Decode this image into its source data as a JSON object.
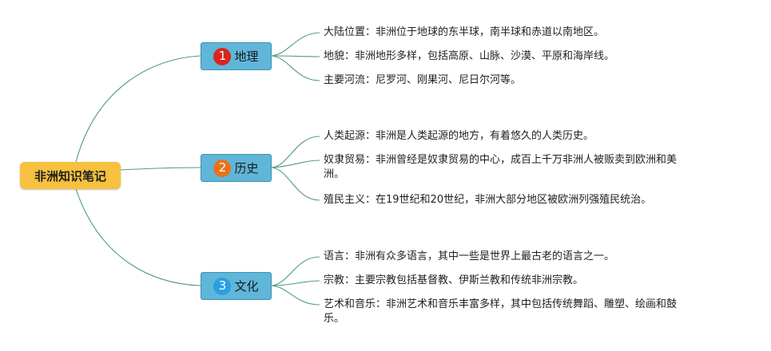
{
  "root": {
    "label": "非洲知识笔记",
    "color": "#f6c13f"
  },
  "branches": [
    {
      "number": "1",
      "label": "地理",
      "badge_color": "#d9261c",
      "leaves": [
        "大陆位置：非洲位于地球的东半球，南半球和赤道以南地区。",
        "地貌：非洲地形多样，包括高原、山脉、沙漠、平原和海岸线。",
        "主要河流：尼罗河、刚果河、尼日尔河等。"
      ]
    },
    {
      "number": "2",
      "label": "历史",
      "badge_color": "#e8731a",
      "leaves": [
        "人类起源：非洲是人类起源的地方，有着悠久的人类历史。",
        [
          "奴隶贸易：非洲曾经是奴隶贸易的中心，成百上千万非洲人被贩卖到欧洲和美",
          "洲。"
        ],
        "殖民主义：在19世纪和20世纪，非洲大部分地区被欧洲列强殖民统治。"
      ]
    },
    {
      "number": "3",
      "label": "文化",
      "badge_color": "#2b9fe0",
      "leaves": [
        "语言：非洲有众多语言，其中一些是世界上最古老的语言之一。",
        "宗教：主要宗教包括基督教、伊斯兰教和传统非洲宗教。",
        [
          "艺术和音乐：非洲艺术和音乐丰富多样，其中包括传统舞蹈、雕塑、绘画和鼓",
          "乐。"
        ]
      ]
    }
  ],
  "colors": {
    "branch_fill": "#5fb6d8",
    "connector": "#4f9a86"
  }
}
